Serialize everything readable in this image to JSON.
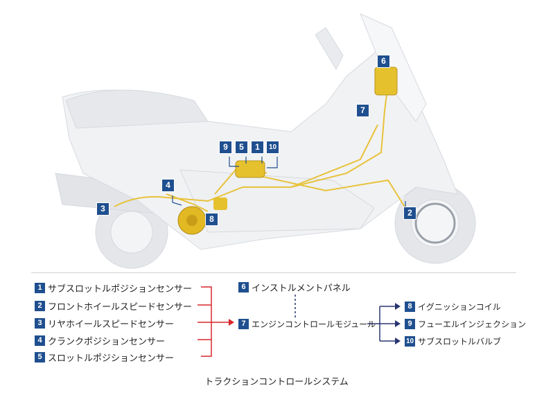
{
  "diagram": {
    "title": "トラクションコントロールシステム",
    "badges": [
      "1",
      "2",
      "3",
      "4",
      "5",
      "6",
      "7",
      "8",
      "9",
      "10"
    ],
    "inputs": [
      {
        "num": "1",
        "label": "サブスロットルポジションセンサー"
      },
      {
        "num": "2",
        "label": "フロントホイールスピードセンサー"
      },
      {
        "num": "3",
        "label": "リヤホイールスピードセンサー"
      },
      {
        "num": "4",
        "label": "クランクポジションセンサー"
      },
      {
        "num": "5",
        "label": "スロットルポジションセンサー"
      }
    ],
    "panel": {
      "num": "6",
      "label": "インストルメントパネル"
    },
    "ecm": {
      "num": "7",
      "label": "エンジンコントロールモジュール"
    },
    "outputs": [
      {
        "num": "8",
        "label": "イグニッションコイル"
      },
      {
        "num": "9",
        "label": "フューエルインジェクション"
      },
      {
        "num": "10",
        "label": "サブスロットルバルブ"
      }
    ],
    "colors": {
      "badge": "#1f4f8f",
      "input_arrow": "#d9262b",
      "output_arrow": "#2a3570",
      "wiring": "#e8c23a"
    }
  }
}
